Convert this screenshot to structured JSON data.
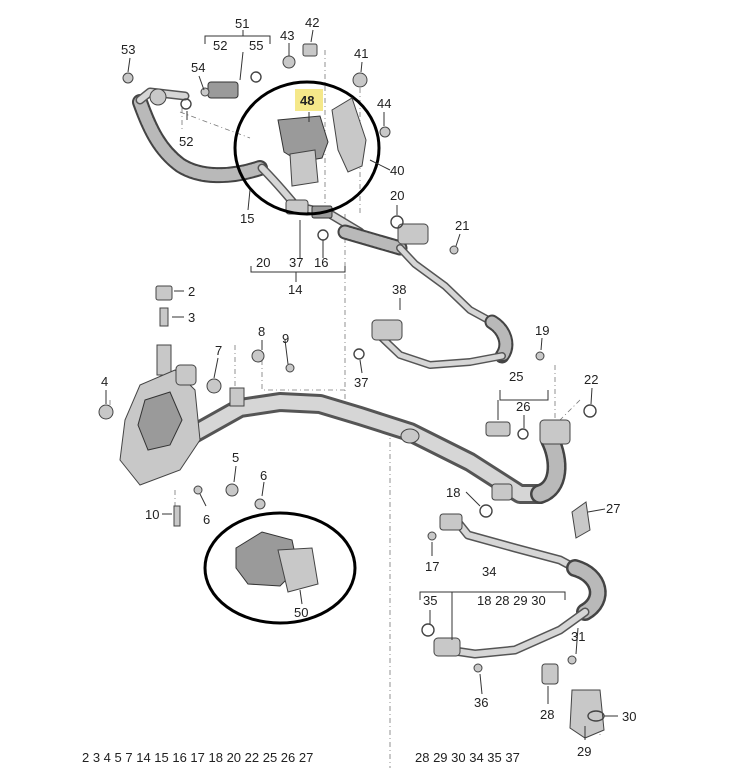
{
  "callouts": {
    "c53": "53",
    "c51": "51",
    "c52a": "52",
    "c55": "55",
    "c42": "42",
    "c43": "43",
    "c41": "41",
    "c54": "54",
    "c48": "48",
    "c44": "44",
    "c52b": "52",
    "c40": "40",
    "c20a": "20",
    "c15": "15",
    "c21": "21",
    "c20b": "20",
    "c37a": "37",
    "c16": "16",
    "c14": "14",
    "c2": "2",
    "c3": "3",
    "c38": "38",
    "c8": "8",
    "c9": "9",
    "c7": "7",
    "c19": "19",
    "c4": "4",
    "c25": "25",
    "c22": "22",
    "c26": "26",
    "c37b": "37",
    "c5": "5",
    "c6a": "6",
    "c18": "18",
    "c27": "27",
    "c10": "10",
    "c6b": "6",
    "c17": "17",
    "c34": "34",
    "c35": "35",
    "c34sub": "18 28 29 30",
    "c50": "50",
    "c31": "31",
    "c36": "36",
    "c28": "28",
    "c30": "30",
    "c29": "29"
  },
  "footer": {
    "left": "2 3 4 5 7 14 15 16 17 18 20 22 25 26 27",
    "right": "28 29 30 34 35 37"
  },
  "highlight": {
    "color": "#f5e88a"
  }
}
